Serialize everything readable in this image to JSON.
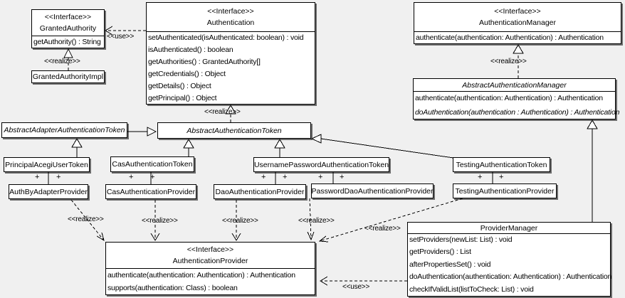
{
  "diagram": {
    "kind": "uml-class-diagram",
    "background_color": "#f0f0f0",
    "box_fill": "#ffffff",
    "line_color": "#000000"
  },
  "labels": {
    "use": "<<use>>",
    "realize": "<<realize>>",
    "plus": "+"
  },
  "classes": [
    {
      "stereotype": "<<Interface>>",
      "name": "GrantedAuthority",
      "methods": [
        "getAuthority() : String"
      ]
    },
    {
      "name": "GrantedAuthorityImpl"
    },
    {
      "stereotype": "<<Interface>>",
      "name": "Authentication",
      "methods": [
        "setAuthenticated(isAuthenticated: boolean) : void",
        "isAuthenticated() : boolean",
        "getAuthorities() : GrantedAuthority[]",
        "getCredentials() : Object",
        "getDetails() : Object",
        "getPrincipal() : Object"
      ]
    },
    {
      "stereotype": "<<Interface>>",
      "name": "AuthenticationManager",
      "methods": [
        "authenticate(authentication: Authentication) : Authentication"
      ]
    },
    {
      "name": "AbstractAuthenticationManager",
      "methods": [
        "authenticate(authentication: Authentication) : Authentication",
        "doAuthentication(authentication : Authentication) : Authentication"
      ]
    },
    {
      "name": "AbstractAdapterAuthenticationToken"
    },
    {
      "name": "AbstractAuthenticationToken"
    },
    {
      "name": "PrincipalAcegiUserToken"
    },
    {
      "name": "CasAuthenticationToken"
    },
    {
      "name": "UsernamePasswordAuthenticationToken"
    },
    {
      "name": "TestingAuthenticationToken"
    },
    {
      "name": "AuthByAdapterProvider"
    },
    {
      "name": "CasAuthenticationProvider"
    },
    {
      "name": "DaoAuthenticationProvider"
    },
    {
      "name": "PasswordDaoAuthenticationProvider"
    },
    {
      "name": "TestingAuthenticationProvider"
    },
    {
      "stereotype": "<<Interface>>",
      "name": "AuthenticationProvider",
      "methods": [
        "authenticate(authentication: Authentication) : Authentication",
        "supports(authentication: Class) : boolean"
      ]
    },
    {
      "name": "ProviderManager",
      "methods": [
        "setProviders(newList: List) : void",
        "getProviders() : List",
        "afterPropertiesSet() : void",
        "doAuthentication(authentication: Authentication) : Authentication",
        "checkIfValidList(listToCheck: List) : void"
      ]
    }
  ],
  "relationships": [
    {
      "from": "Authentication",
      "to": "GrantedAuthority",
      "type": "use"
    },
    {
      "from": "GrantedAuthorityImpl",
      "to": "GrantedAuthority",
      "type": "realize"
    },
    {
      "from": "AbstractAuthenticationToken",
      "to": "Authentication",
      "type": "realize"
    },
    {
      "from": "AbstractAuthenticationManager",
      "to": "AuthenticationManager",
      "type": "realize"
    },
    {
      "from": "AbstractAdapterAuthenticationToken",
      "to": "AbstractAuthenticationToken",
      "type": "generalization"
    },
    {
      "from": "PrincipalAcegiUserToken",
      "to": "AbstractAdapterAuthenticationToken",
      "type": "generalization"
    },
    {
      "from": "CasAuthenticationToken",
      "to": "AbstractAuthenticationToken",
      "type": "generalization"
    },
    {
      "from": "UsernamePasswordAuthenticationToken",
      "to": "AbstractAuthenticationToken",
      "type": "generalization"
    },
    {
      "from": "TestingAuthenticationToken",
      "to": "AbstractAuthenticationToken",
      "type": "generalization"
    },
    {
      "from": "PrincipalAcegiUserToken",
      "to": "AuthByAdapterProvider",
      "type": "association"
    },
    {
      "from": "CasAuthenticationToken",
      "to": "CasAuthenticationProvider",
      "type": "association"
    },
    {
      "from": "UsernamePasswordAuthenticationToken",
      "to": "DaoAuthenticationProvider",
      "type": "association"
    },
    {
      "from": "UsernamePasswordAuthenticationToken",
      "to": "PasswordDaoAuthenticationProvider",
      "type": "association"
    },
    {
      "from": "TestingAuthenticationToken",
      "to": "TestingAuthenticationProvider",
      "type": "association"
    },
    {
      "from": "AuthByAdapterProvider",
      "to": "AuthenticationProvider",
      "type": "realize"
    },
    {
      "from": "CasAuthenticationProvider",
      "to": "AuthenticationProvider",
      "type": "realize"
    },
    {
      "from": "DaoAuthenticationProvider",
      "to": "AuthenticationProvider",
      "type": "realize"
    },
    {
      "from": "PasswordDaoAuthenticationProvider",
      "to": "AuthenticationProvider",
      "type": "realize"
    },
    {
      "from": "TestingAuthenticationProvider",
      "to": "AuthenticationProvider",
      "type": "realize"
    },
    {
      "from": "ProviderManager",
      "to": "AbstractAuthenticationManager",
      "type": "generalization"
    },
    {
      "from": "ProviderManager",
      "to": "AuthenticationProvider",
      "type": "use"
    }
  ]
}
